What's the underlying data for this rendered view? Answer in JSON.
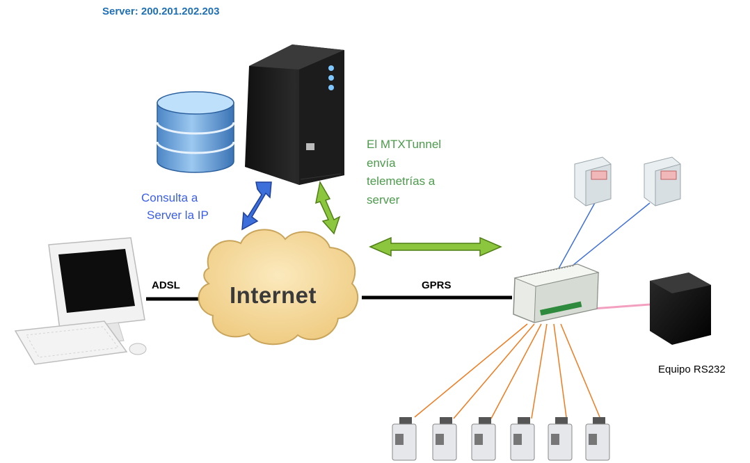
{
  "server_label": "Server: 200.201.202.203",
  "consulta_lines": [
    "Consulta a",
    "Server la IP"
  ],
  "mtx_lines": [
    "El MTXTunnel",
    "envía",
    "telemetrías a",
    "server"
  ],
  "adsl_label": "ADSL",
  "gprs_label": "GPRS",
  "internet_label": "Internet",
  "equipo_label": "Equipo RS232",
  "colors": {
    "server_label": "#1f6fb5",
    "consulta": "#3b5ee8",
    "mtx": "#4c9a4c",
    "blue_arrow": "#3d6fdb",
    "green_arrow": "#8cc63f",
    "wire_blue": "#3d6fdb",
    "wire_orange": "#f07a1e",
    "wire_pink": "#f3a0c0",
    "cloud": "#f5d99a"
  }
}
